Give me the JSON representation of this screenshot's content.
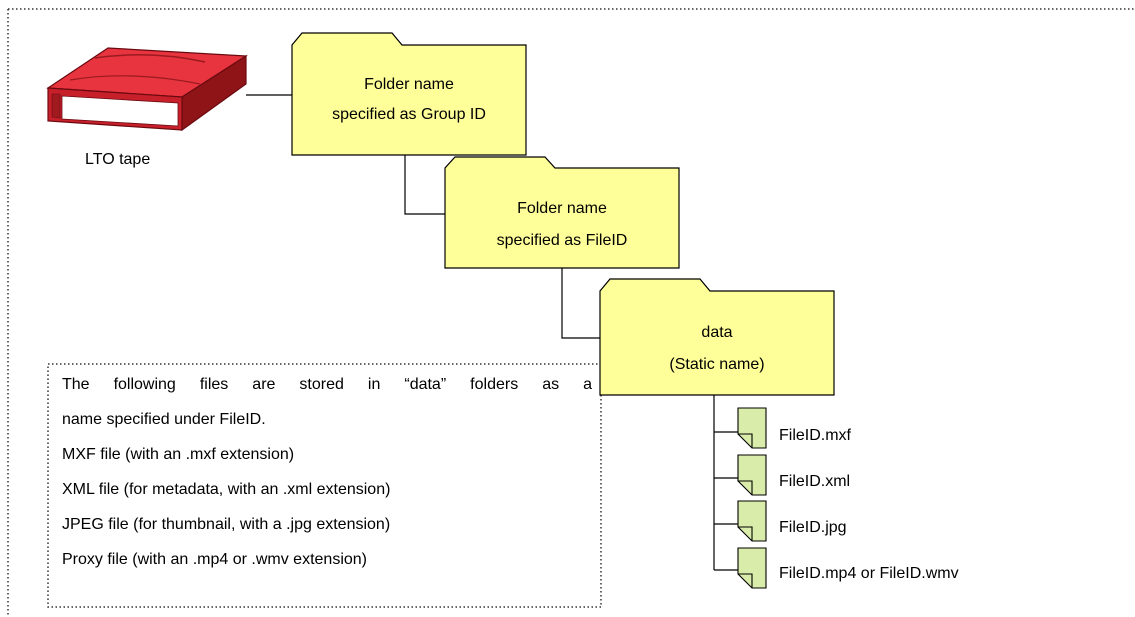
{
  "tape": {
    "label": "LTO tape",
    "color": "#c8202a",
    "icon": "lto-tape-icon"
  },
  "folder_color": "#ffff99",
  "file_color": "#d9ecaa",
  "folders": [
    {
      "line1": "Folder name",
      "line2": "specified as Group ID",
      "icon": "folder-icon"
    },
    {
      "line1": "Folder name",
      "line2": "specified as FileID",
      "icon": "folder-icon"
    },
    {
      "line1": "data",
      "line2": "(Static name)",
      "icon": "folder-icon"
    }
  ],
  "files": [
    {
      "name": "FileID.mxf",
      "icon": "file-icon"
    },
    {
      "name": "FileID.xml",
      "icon": "file-icon"
    },
    {
      "name": "FileID.jpg",
      "icon": "file-icon"
    },
    {
      "name": "FileID.mp4 or FileID.wmv",
      "icon": "file-icon"
    }
  ],
  "notes": {
    "lines": [
      "The following files are stored in “data” folders as a",
      "name specified under FileID.",
      "MXF file (with an .mxf extension)",
      "XML file (for metadata, with an .xml extension)",
      "JPEG file (for thumbnail, with a .jpg extension)",
      "Proxy file (with an .mp4 or .wmv extension)"
    ]
  }
}
